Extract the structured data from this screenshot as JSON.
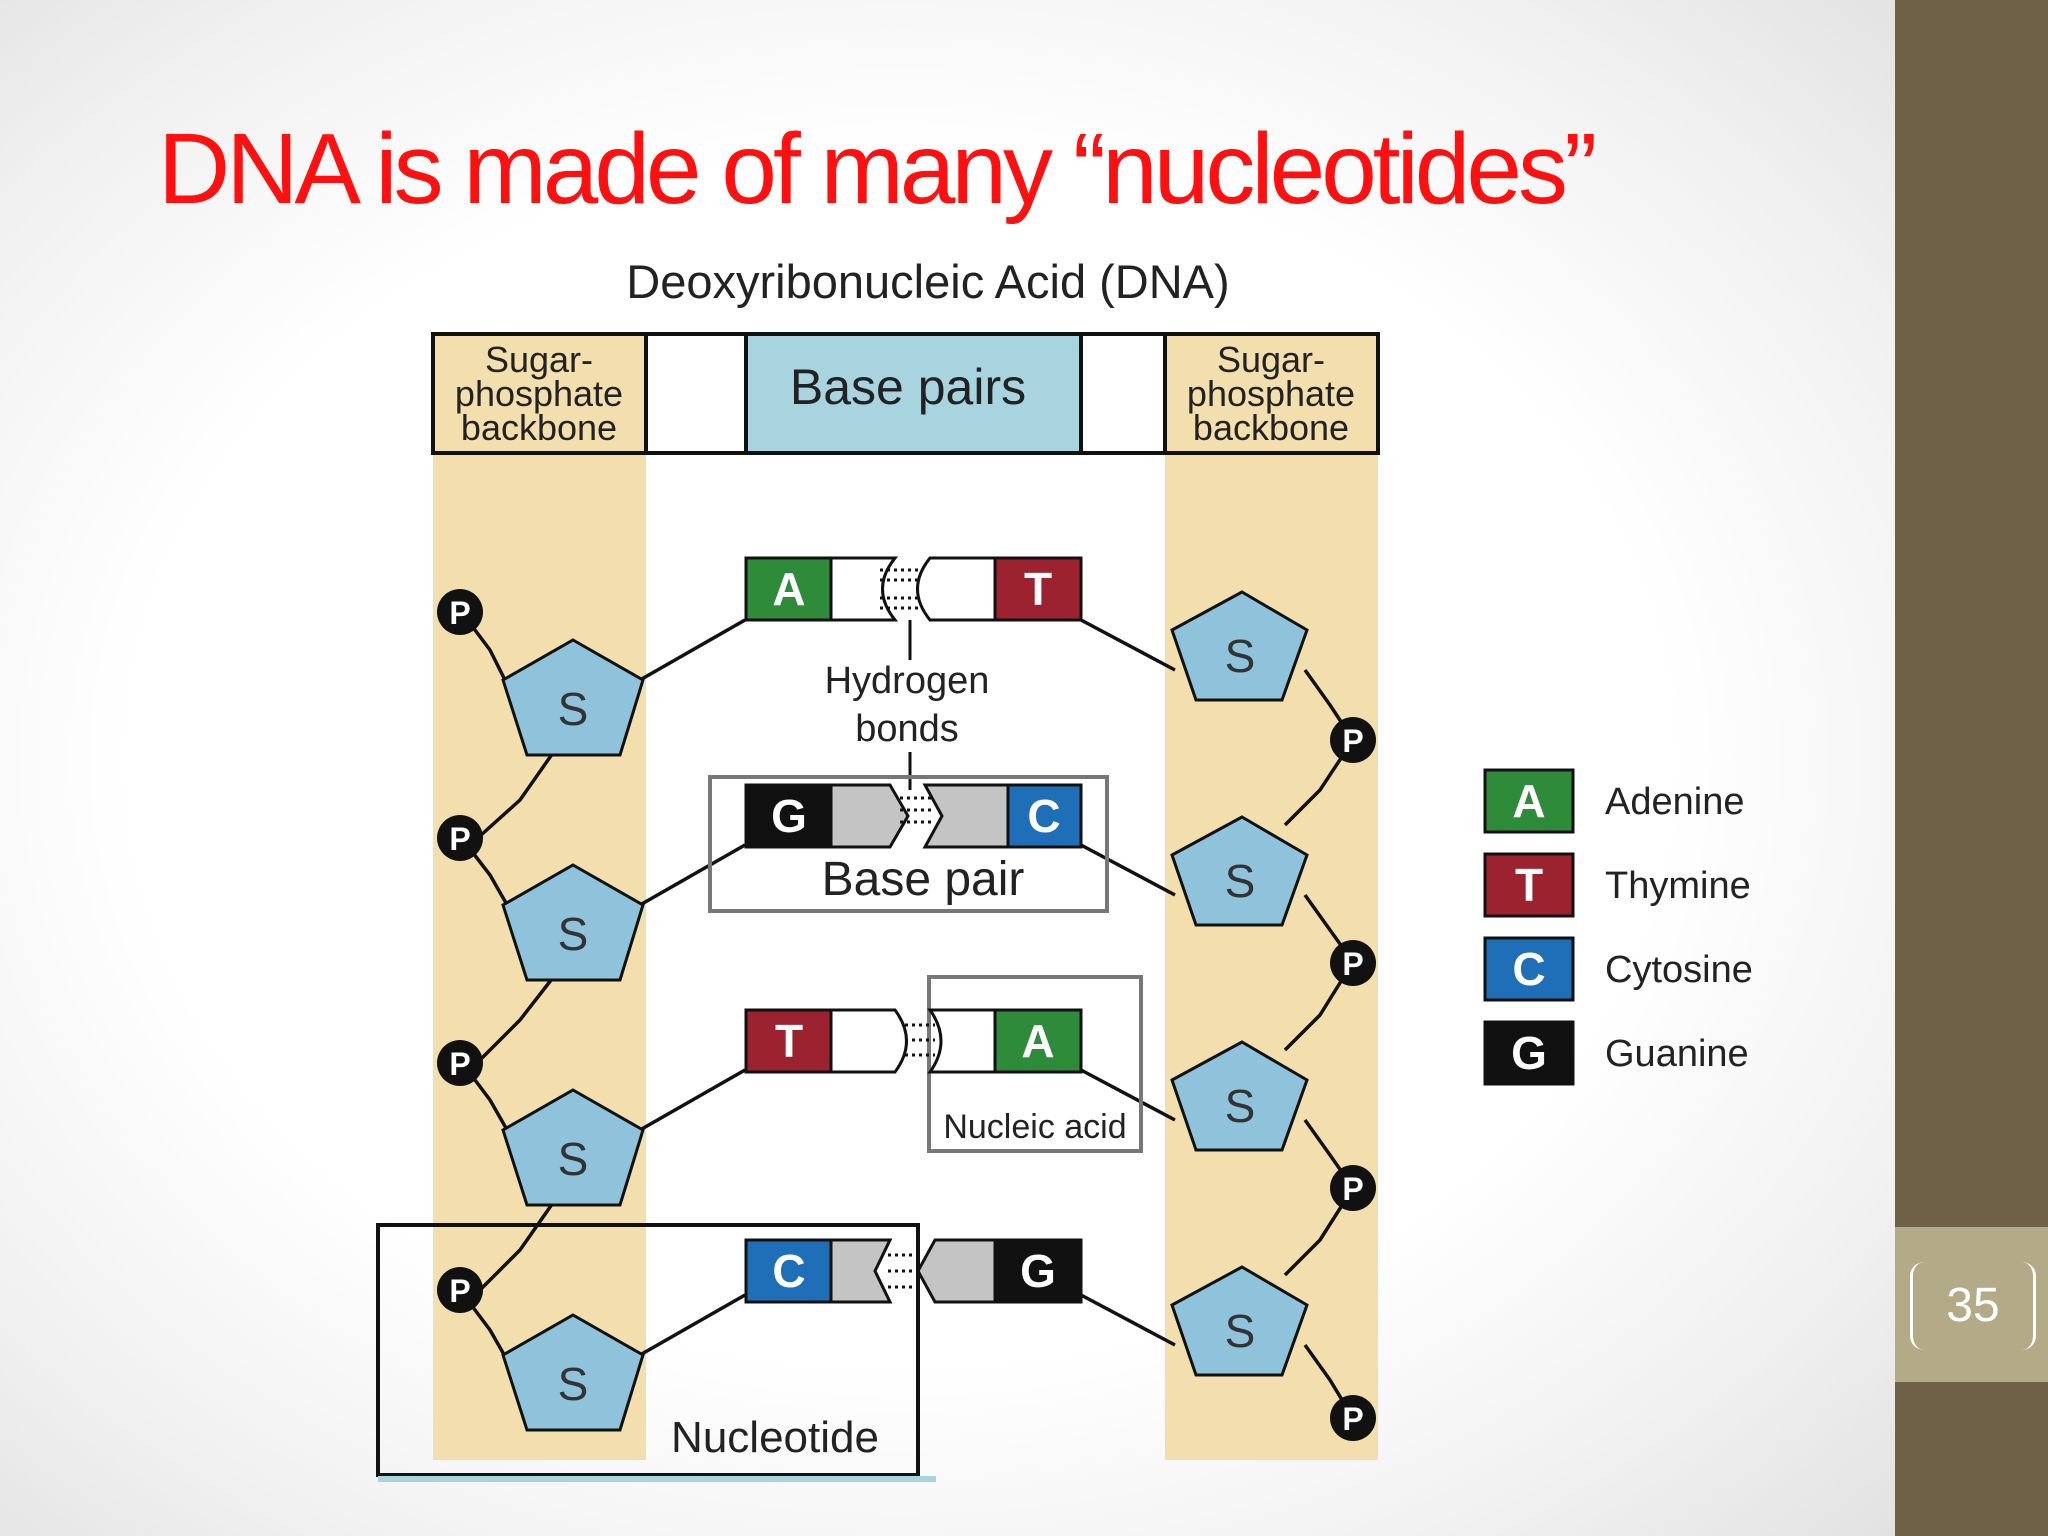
{
  "slide": {
    "title": "DNA is made of many “nucleotides”",
    "page_number": "35"
  },
  "diagram": {
    "title": "Deoxyribonucleic Acid (DNA)",
    "header_left": [
      "Sugar-",
      "phosphate",
      "backbone"
    ],
    "header_center": "Base pairs",
    "header_right": [
      "Sugar-",
      "phosphate",
      "backbone"
    ],
    "sugar_label": "S",
    "phosphate_label": "P",
    "rows": [
      {
        "left": "A",
        "right": "T"
      },
      {
        "left": "G",
        "right": "C"
      },
      {
        "left": "T",
        "right": "A"
      },
      {
        "left": "C",
        "right": "G"
      }
    ],
    "callouts": {
      "hydrogen_bonds": [
        "Hydrogen",
        "bonds"
      ],
      "base_pair": "Base pair",
      "nucleic_acid": "Nucleic acid",
      "nucleotide": "Nucleotide"
    }
  },
  "legend": [
    {
      "letter": "A",
      "name": "Adenine",
      "color": "#2e8b3a"
    },
    {
      "letter": "T",
      "name": "Thymine",
      "color": "#9c2230"
    },
    {
      "letter": "C",
      "name": "Cytosine",
      "color": "#1e6fb8"
    },
    {
      "letter": "G",
      "name": "Guanine",
      "color": "#111111"
    }
  ],
  "colors": {
    "title": "#ff1010",
    "backbone_band": "#f3dfae",
    "base_pairs_header": "#a8d4df",
    "sugar": "#8fc3dc",
    "purine_pyrimidine_fill": "#c4c4c4"
  }
}
